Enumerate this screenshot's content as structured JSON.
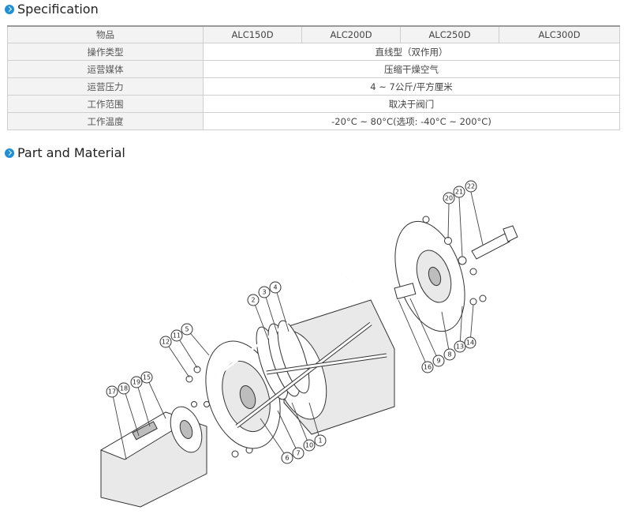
{
  "sections": {
    "specification": "Specification",
    "part_material": "Part and Material"
  },
  "spec_table": {
    "header": {
      "label": "物品",
      "models": [
        "ALC150D",
        "ALC200D",
        "ALC250D",
        "ALC300D"
      ]
    },
    "rows": [
      {
        "label": "操作类型",
        "value": "直线型（双作用）"
      },
      {
        "label": "运营媒体",
        "value": "压缩干燥空气"
      },
      {
        "label": "运营压力",
        "value": "4 ~ 7公斤/平方厘米"
      },
      {
        "label": "工作范围",
        "value": "取决于阀门"
      },
      {
        "label": "工作温度",
        "value": "-20°C ~ 80°C(选项: -40°C ~ 200°C)"
      }
    ]
  },
  "part_numbers": [
    "1",
    "2",
    "3",
    "4",
    "5",
    "6",
    "7",
    "8",
    "9",
    "10",
    "11",
    "12",
    "13",
    "14",
    "15",
    "16",
    "17",
    "18",
    "19",
    "20",
    "21",
    "22"
  ],
  "colors": {
    "accent": "#1f8fd6",
    "table_border": "#cfcfcf",
    "label_bg": "#f3f3f3"
  }
}
